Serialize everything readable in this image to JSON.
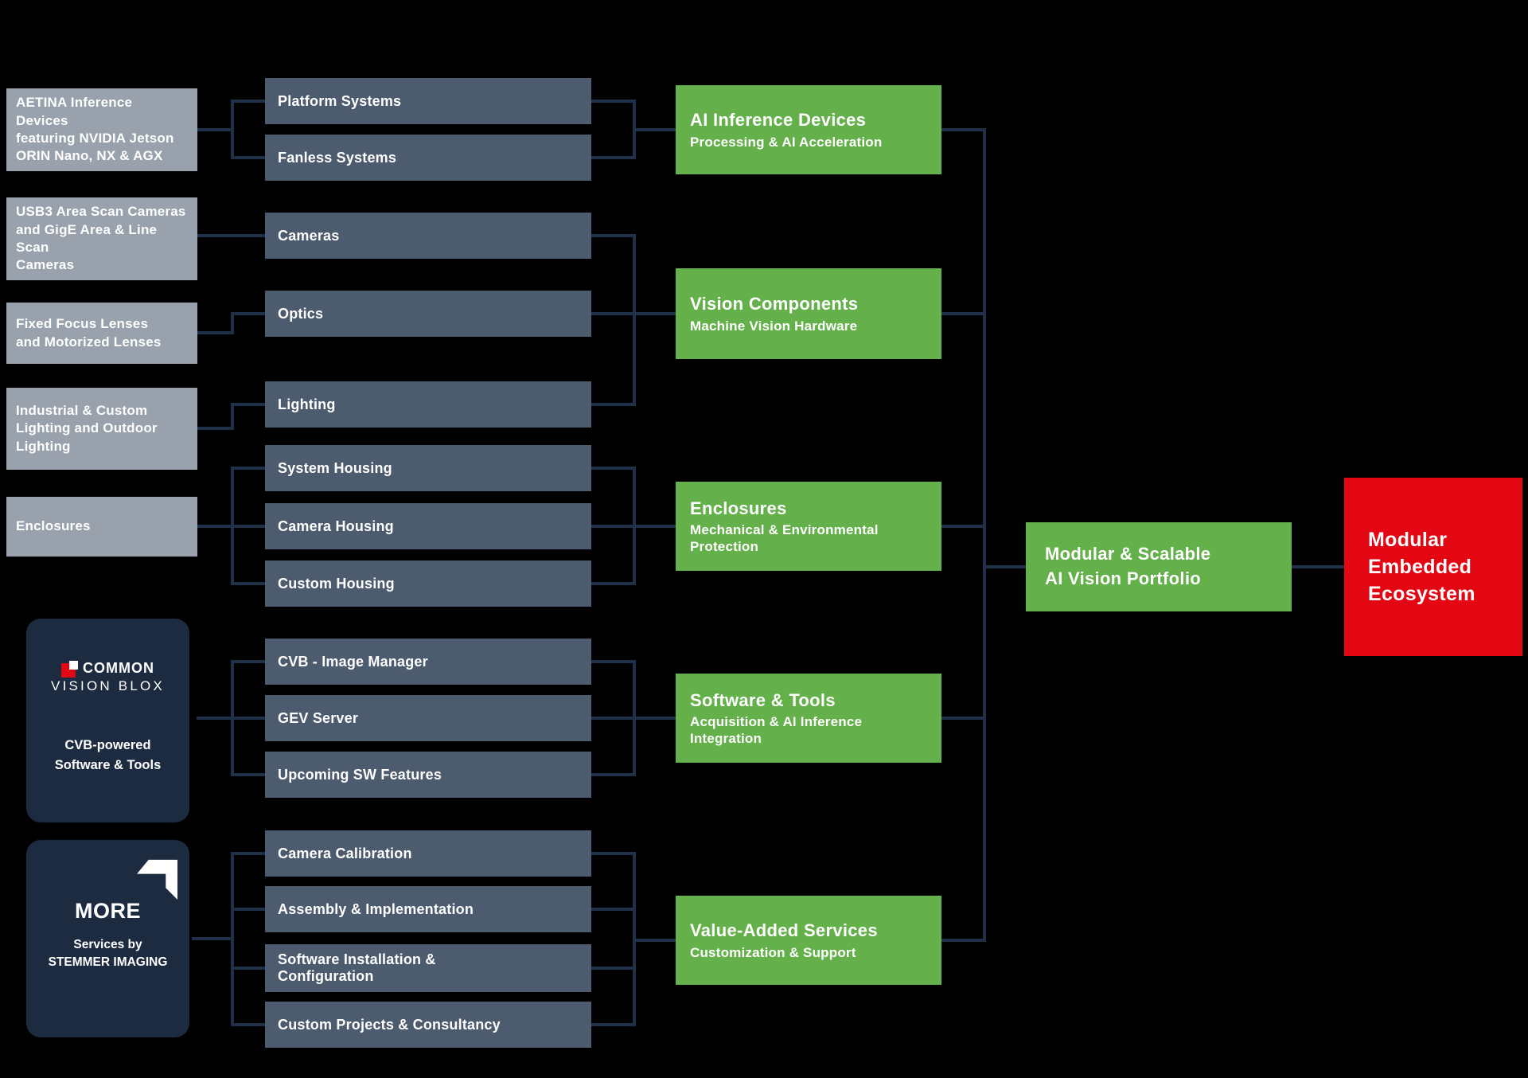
{
  "palette": {
    "green": "#64b04a",
    "red": "#e30613",
    "gray": "#98a1ac",
    "slate": "#4d5b6e",
    "navy": "#1d2b40",
    "line": "#203049"
  },
  "sources": {
    "gray_boxes": [
      {
        "text": "AETINA Inference Devices\nfeaturing NVIDIA Jetson\nORIN Nano, NX & AGX"
      },
      {
        "text": "USB3 Area Scan Cameras\nand GigE Area & Line Scan\nCameras"
      },
      {
        "text": "Fixed Focus Lenses\nand Motorized Lenses"
      },
      {
        "text": "Industrial & Custom\nLighting and Outdoor\nLighting"
      },
      {
        "text": "Enclosures"
      }
    ],
    "cvb_card": {
      "brand_line1": "COMMON",
      "brand_line2": "VISION BLOX",
      "caption": "CVB-powered\nSoftware & Tools"
    },
    "more_card": {
      "title": "MORE",
      "caption": "Services by\nSTEMMER IMAGING"
    }
  },
  "components": [
    {
      "label": "Platform Systems"
    },
    {
      "label": "Fanless Systems"
    },
    {
      "label": "Cameras"
    },
    {
      "label": "Optics"
    },
    {
      "label": "Lighting"
    },
    {
      "label": "System Housing"
    },
    {
      "label": "Camera Housing"
    },
    {
      "label": "Custom Housing"
    },
    {
      "label": "CVB - Image Manager"
    },
    {
      "label": "GEV Server"
    },
    {
      "label": "Upcoming SW Features"
    },
    {
      "label": "Camera Calibration"
    },
    {
      "label": "Assembly & Implementation"
    },
    {
      "label": "Software Installation &\nConfiguration"
    },
    {
      "label": "Custom Projects & Consultancy"
    }
  ],
  "categories": [
    {
      "title": "AI Inference Devices",
      "subtitle": "Processing & AI Acceleration"
    },
    {
      "title": "Vision Components",
      "subtitle": "Machine Vision Hardware"
    },
    {
      "title": "Enclosures",
      "subtitle": "Mechanical & Environmental\nProtection"
    },
    {
      "title": "Software & Tools",
      "subtitle": "Acquisition & AI Inference\nIntegration"
    },
    {
      "title": "Value-Added Services",
      "subtitle": "Customization & Support"
    }
  ],
  "portfolio": {
    "title": "Modular & Scalable\nAI Vision Portfolio"
  },
  "ecosystem": {
    "title": "Modular\nEmbedded\nEcosystem"
  }
}
